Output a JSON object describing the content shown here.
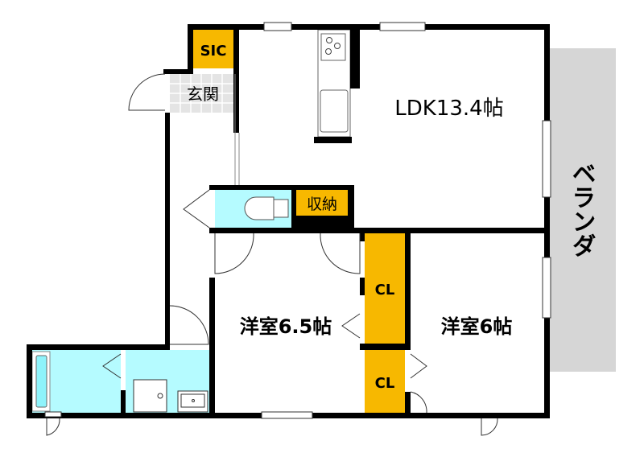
{
  "floor_plan": {
    "rooms": {
      "sic": "SIC",
      "entrance": "玄関",
      "ldk": "LDK13.4帖",
      "storage": "収納",
      "bedroom1": "洋室6.5帖",
      "bedroom2": "洋室6帖",
      "closet1": "CL",
      "closet2": "CL",
      "balcony": "ベランダ"
    },
    "colors": {
      "wall": "#000000",
      "closet": "#f7b800",
      "wet_area": "#b5fbff",
      "bathtub": "#8ff3fb",
      "balcony": "#d6d6d6",
      "entrance_tile": "#e4e4e4"
    }
  }
}
